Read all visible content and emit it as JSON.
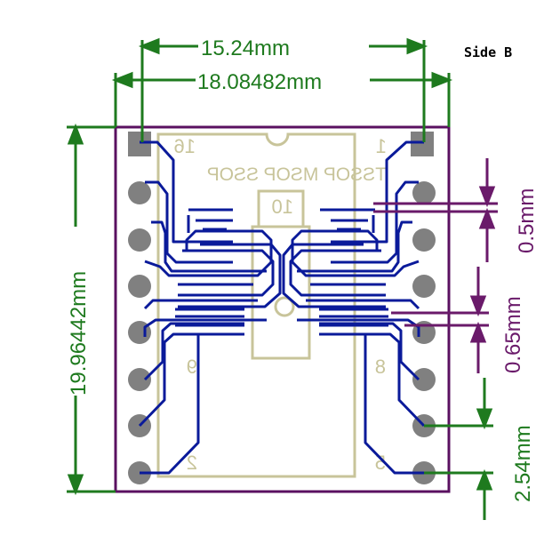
{
  "title": "Side B",
  "dimensions": {
    "pin_span": "15.24mm",
    "board_width": "18.08482mm",
    "board_height": "19.96442mm",
    "pitch_05": "0.5mm",
    "pitch_065": "0.65mm",
    "pitch_254": "2.54mm"
  },
  "silkscreen": {
    "pin16": "16",
    "pin1": "1",
    "packages": "TSSOP MSOP SSOP",
    "pin10": "10",
    "pin9": "9",
    "pin8": "8",
    "pin_bl": "2",
    "pin_br": "5"
  },
  "colors": {
    "board_outline": "#5a1060",
    "trace": "#0a1a9a",
    "pad": "#808080",
    "silkscreen": "#c8c49a",
    "dimension_green": "#1e7a1e",
    "dimension_purple": "#6a1a6a"
  }
}
